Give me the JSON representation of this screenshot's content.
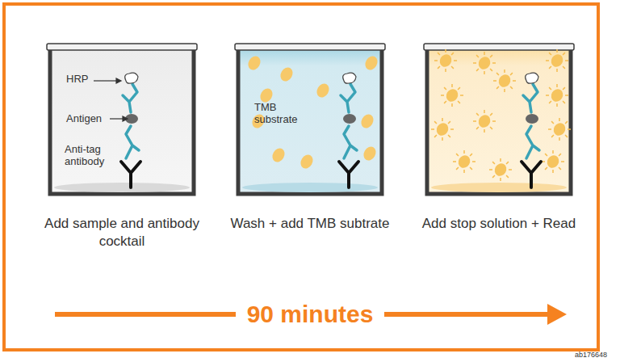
{
  "diagram": {
    "nodes": [
      {
        "text": [
          "HRP",
          "Antigen",
          "Anti-tag antibody",
          "Add sample and antibody cocktail"
        ]
      },
      {
        "text": [
          "TMB substrate",
          "Wash + add TMB subtrate"
        ]
      },
      {
        "text": [
          "Add stop solution + Read"
        ]
      }
    ],
    "labels": [
      "90 minutes",
      "ab176648"
    ]
  }
}
